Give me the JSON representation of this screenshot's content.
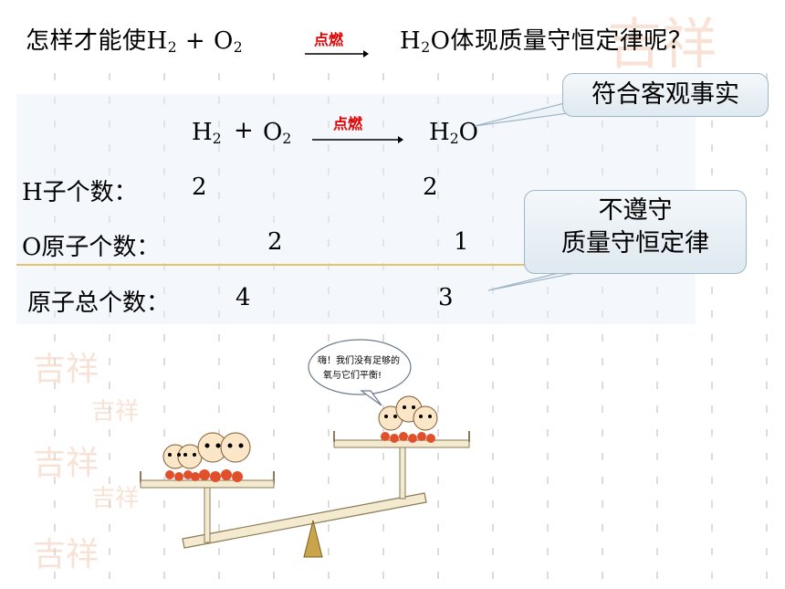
{
  "question": {
    "prefix": "怎样才能使H",
    "plus": " + ",
    "o": "O",
    "product": "H",
    "productTail": "O体现质量守恒定律呢？",
    "sub2": "2",
    "condition": "点燃"
  },
  "equation": {
    "h": "H",
    "sub2": "2",
    "plus": "+",
    "o": "O",
    "product_h": "H",
    "product_o": "O",
    "condition": "点燃"
  },
  "rows": [
    {
      "label": "H子个数：",
      "left": "2",
      "right": "2"
    },
    {
      "label": "O原子个数：",
      "left": "2",
      "right": "1"
    },
    {
      "label": "原子总个数：",
      "left": "4",
      "right": "3"
    }
  ],
  "callout1": "符合客观事实",
  "callout2_line1": "不遵守",
  "callout2_line2": "质量守恒定律",
  "speech": {
    "line1": "嗨！我们没有足够的",
    "line2": "氧与它们平衡!"
  },
  "watermark": "吉祥"
}
